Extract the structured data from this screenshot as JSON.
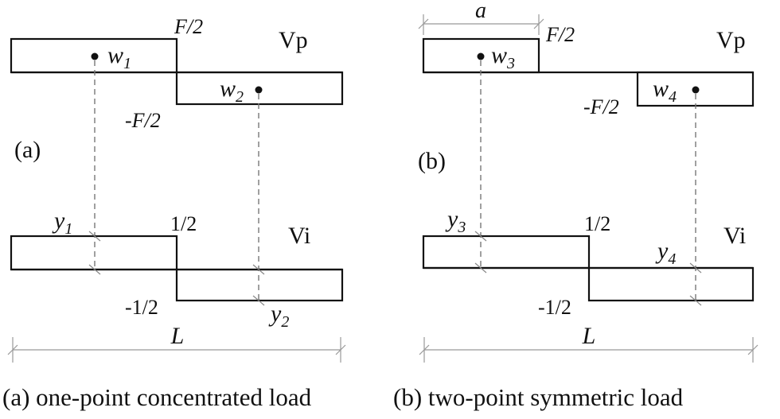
{
  "panel_a": {
    "vp_label": "Vp",
    "vi_label": "Vi",
    "panel_tag": "(a)",
    "shear_pos": "F/2",
    "shear_neg": "-F/2",
    "unit_pos": "1/2",
    "unit_neg": "-1/2",
    "w1": {
      "base": "w",
      "sub": "1"
    },
    "w2": {
      "base": "w",
      "sub": "2"
    },
    "y1": {
      "base": "y",
      "sub": "1"
    },
    "y2": {
      "base": "y",
      "sub": "2"
    },
    "length_label": "L",
    "caption": "(a) one-point concentrated load"
  },
  "panel_b": {
    "vp_label": "Vp",
    "vi_label": "Vi",
    "panel_tag": "(b)",
    "shear_pos": "F/2",
    "shear_neg": "-F/2",
    "unit_pos": "1/2",
    "unit_neg": "-1/2",
    "w3": {
      "base": "w",
      "sub": "3"
    },
    "w4": {
      "base": "w",
      "sub": "4"
    },
    "y3": {
      "base": "y",
      "sub": "3"
    },
    "y4": {
      "base": "y",
      "sub": "4"
    },
    "a_label": "a",
    "length_label": "L",
    "caption": "(b) two-point symmetric load"
  }
}
